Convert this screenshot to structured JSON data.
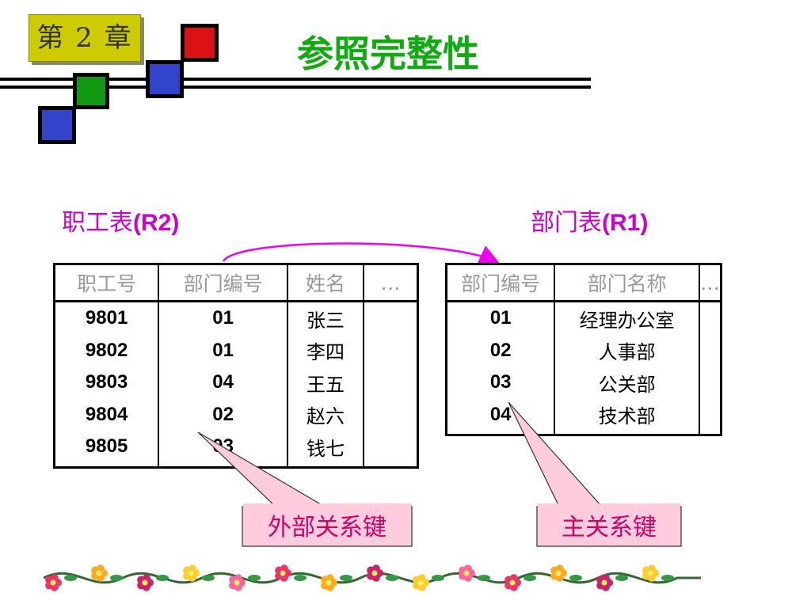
{
  "header": {
    "chapter": "第 2 章",
    "title": "参照完整性"
  },
  "employee_table": {
    "caption_text": "职工表",
    "caption_code": "(R2)",
    "columns": [
      "职工号",
      "部门编号",
      "姓名",
      "…"
    ],
    "rows": [
      [
        "9801",
        "01",
        "张三",
        ""
      ],
      [
        "9802",
        "01",
        "李四",
        ""
      ],
      [
        "9803",
        "04",
        "王五",
        ""
      ],
      [
        "9804",
        "02",
        "赵六",
        ""
      ],
      [
        "9805",
        "03",
        "钱七",
        ""
      ]
    ]
  },
  "department_table": {
    "caption_text": "部门表",
    "caption_code": "(R1)",
    "columns": [
      "部门编号",
      "部门名称",
      "…"
    ],
    "rows": [
      [
        "01",
        "经理办公室",
        ""
      ],
      [
        "02",
        "人事部",
        ""
      ],
      [
        "03",
        "公关部",
        ""
      ],
      [
        "04",
        "技术部",
        ""
      ]
    ]
  },
  "callouts": {
    "foreign_key": "外部关系键",
    "primary_key": "主关系键"
  },
  "colors": {
    "title": "#11aa11",
    "caption": "#cc00cc",
    "callout_fill": "#ffccdd",
    "callout_text": "#cc0066",
    "badge": "#cccc00",
    "arrow": "#ee00ee"
  }
}
